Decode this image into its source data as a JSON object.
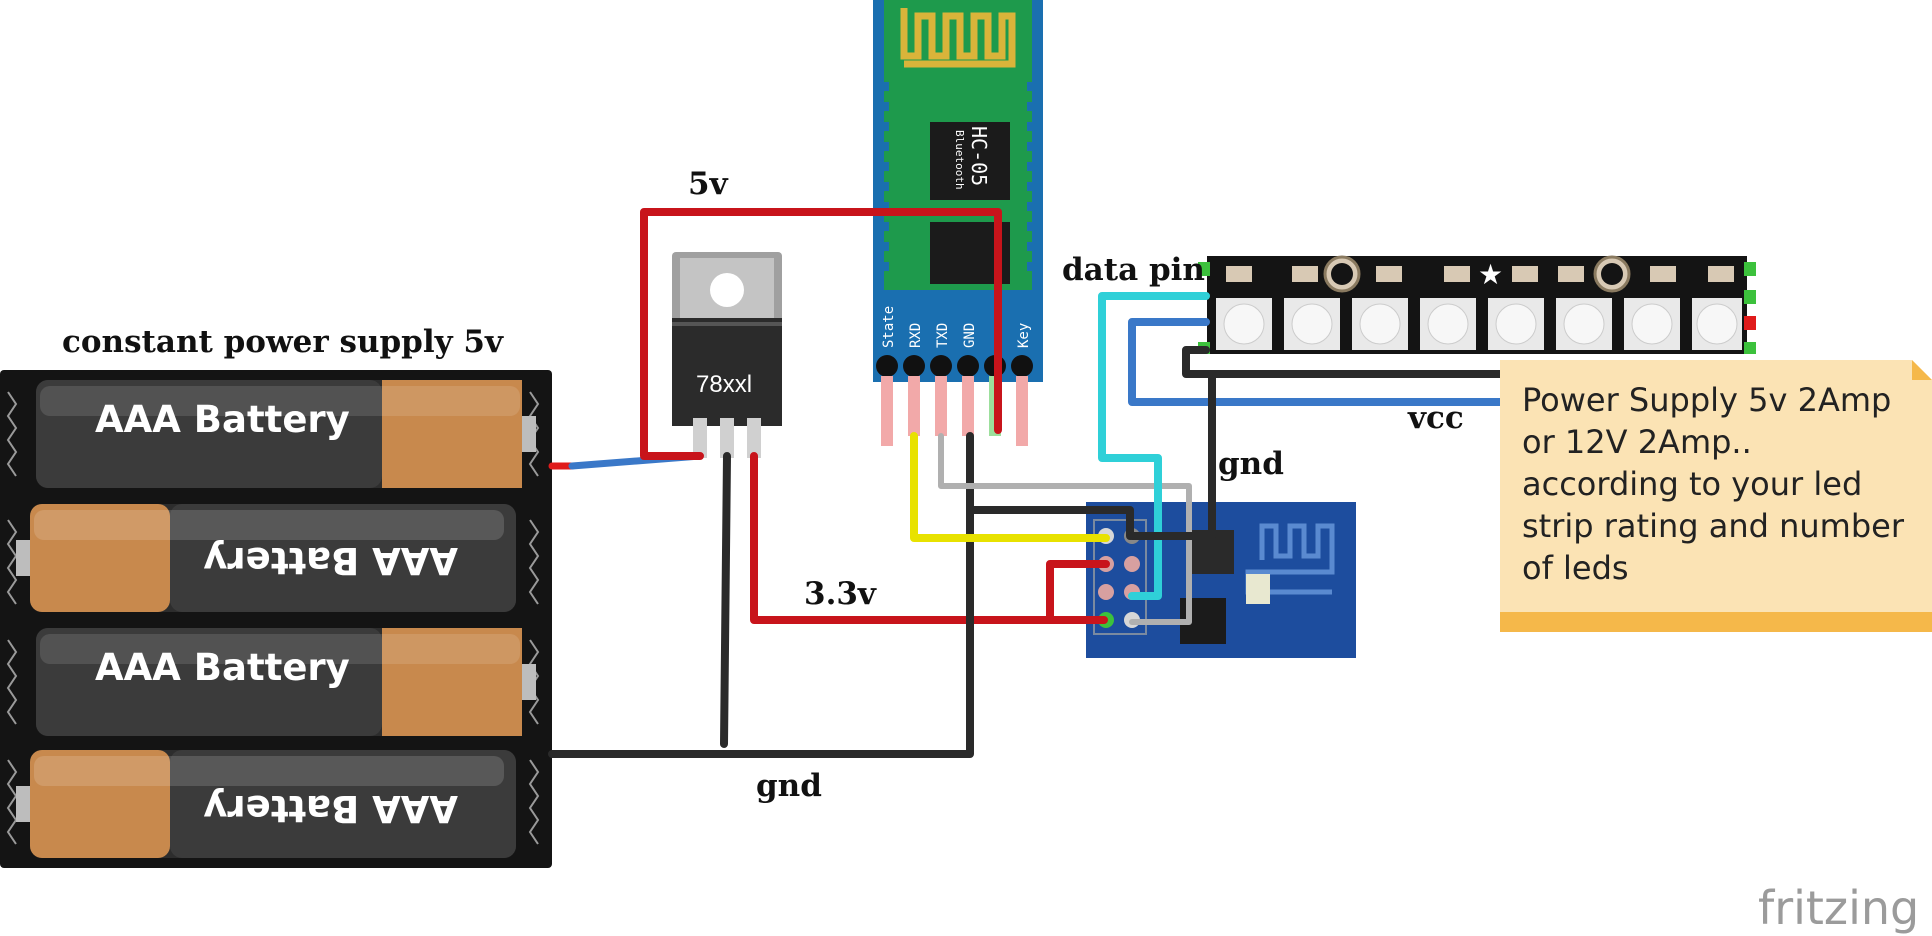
{
  "labels": {
    "supply": "constant power supply 5v",
    "v5": "5v",
    "v33": "3.3v",
    "gnd_bottom": "gnd",
    "gnd_right": "gnd",
    "data_pin": "data pin",
    "vcc": "vcc"
  },
  "battery": {
    "cells": [
      "AAA Battery",
      "AAA Battery",
      "AAA Battery",
      "AAA Battery"
    ]
  },
  "regulator": {
    "label": "78xxl"
  },
  "bluetooth": {
    "model": "HC-05",
    "subtitle": "Bluetooth",
    "pins": [
      "State",
      "RXD",
      "TXD",
      "GND",
      "Key"
    ]
  },
  "note": {
    "lines": [
      "Power Supply 5v 2Amp",
      "or 12V 2Amp..",
      "according to your led",
      "strip rating and number",
      "of leds"
    ]
  },
  "brand": "fritzing",
  "colors": {
    "wire_red": "#c8141b",
    "wire_black": "#2a2a2a",
    "wire_yellow": "#e8e200",
    "wire_cyan": "#2fd0d8",
    "wire_blue": "#3a78c8",
    "wire_gray": "#b0b0b0",
    "note_bg": "#fbe3b4",
    "note_bottom": "#f5b84a",
    "bt_board": "#1a6fb0",
    "bt_pcb": "#1e9a4c",
    "esp_board": "#1d4d9e",
    "strip_bg": "#141414"
  }
}
